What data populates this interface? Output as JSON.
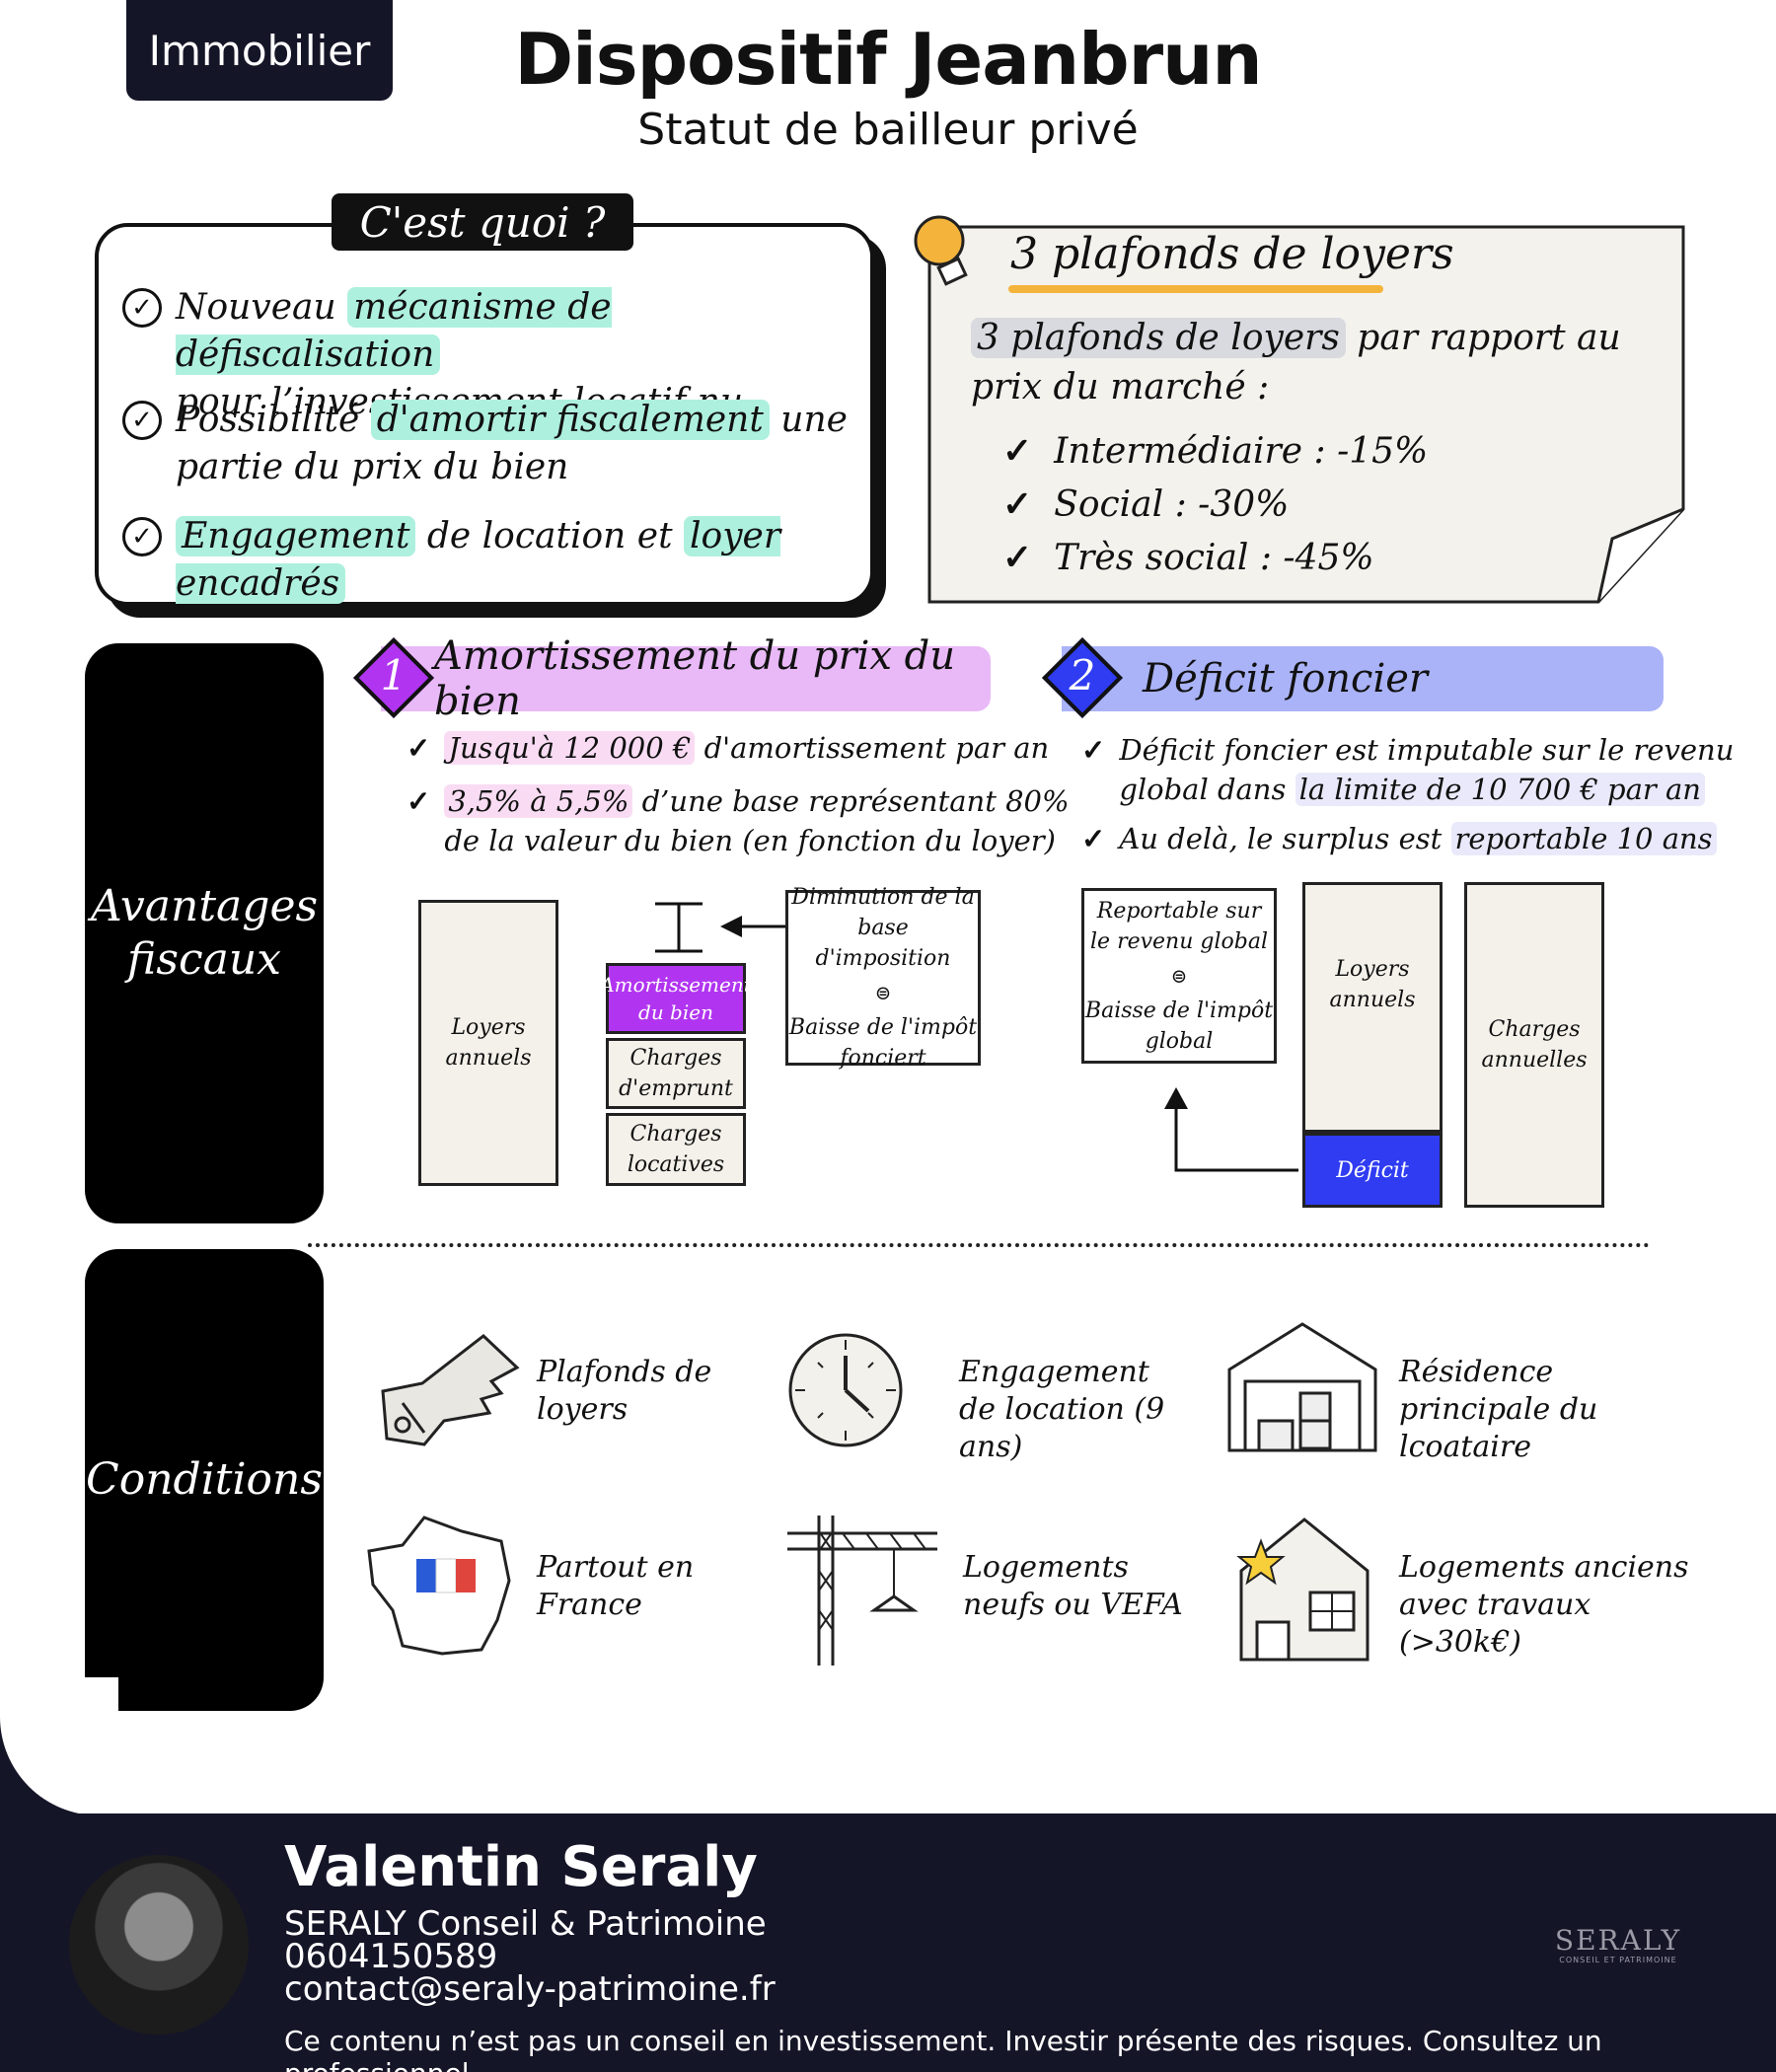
{
  "header": {
    "tag": "Immobilier",
    "title": "Dispositif Jeanbrun",
    "subtitle": "Statut de bailleur privé"
  },
  "quoi": {
    "label": "C'est quoi ?",
    "item1": {
      "a": "Nouveau",
      "b": "mécanisme de défiscalisation",
      "c": "pour l’investissement locatif nu"
    },
    "item2": {
      "a": "Possibilité",
      "b": "d'amortir fiscalement",
      "c": "une",
      "d": "partie du prix du bien"
    },
    "item3": {
      "a": "Engagement",
      "b": "de location et",
      "c": "loyer encadrés"
    }
  },
  "plafonds": {
    "title": "3 plafonds de loyers",
    "intro_hl": "3 plafonds de loyers",
    "intro_rest": "par rapport au prix du marché :",
    "items": [
      "Intermédiaire : -15%",
      "Social : -30%",
      "Très social : -45%"
    ]
  },
  "avantages": {
    "label": "Avantages fiscaux",
    "s1": {
      "num": "1",
      "title": "Amortissement du prix du bien",
      "b1_hl": "Jusqu'à 12 000 €",
      "b1_rest": "d'amortissement par an",
      "b2_hl": "3,5% à 5,5%",
      "b2_rest": "d’une base représentant 80%",
      "b2_line2": "de la valeur du bien (en fonction du loyer)",
      "loyers": "Loyers annuels",
      "amort": "Amortissement du bien",
      "charges_emprunt": "Charges d'emprunt",
      "charges_loc": "Charges locatives",
      "dim_a": "Diminution de la base d'imposition",
      "dim_b": "Baisse de l'impôt fonciert"
    },
    "s2": {
      "num": "2",
      "title": "Déficit foncier",
      "b1_a": "Déficit foncier est imputable sur le revenu",
      "b1_b": "global dans",
      "b1_hl": "la limite de 10 700 € par an",
      "b2_a": "Au delà, le surplus est",
      "b2_hl": "reportable 10 ans",
      "rep_a": "Reportable sur le revenu global",
      "rep_b": "Baisse de l'impôt global",
      "loyers": "Loyers annuels",
      "deficit": "Déficit",
      "charges": "Charges annuelles"
    }
  },
  "conditions": {
    "label": "Conditions",
    "items": [
      {
        "text": "Plafonds de loyers",
        "icon": "key-icon"
      },
      {
        "text": "Engagement de location (9 ans)",
        "icon": "clock-icon"
      },
      {
        "text": "Résidence principale du lcoataire",
        "icon": "house-boxes-icon"
      },
      {
        "text": "Partout en France",
        "icon": "france-map-icon"
      },
      {
        "text": "Logements neufs ou VEFA",
        "icon": "crane-icon"
      },
      {
        "text": "Logements anciens avec travaux (>30k€)",
        "icon": "old-house-icon"
      }
    ]
  },
  "footer": {
    "name": "Valentin Seraly",
    "company": "SERALY Conseil & Patrimoine",
    "phone": "0604150589",
    "email": "contact@seraly-patrimoine.fr",
    "disclaimer": "Ce contenu n’est pas un conseil en investissement. Investir présente des risques. Consultez un professionnel.",
    "brand": "SERALY",
    "brand_sub": "CONSEIL ET PATRIMOINE"
  },
  "colors": {
    "dark": "#151528",
    "teal_highlight": "#aef0de",
    "purple": "#b135f0",
    "blue": "#2f3cf2",
    "orange": "#f4b43c"
  }
}
